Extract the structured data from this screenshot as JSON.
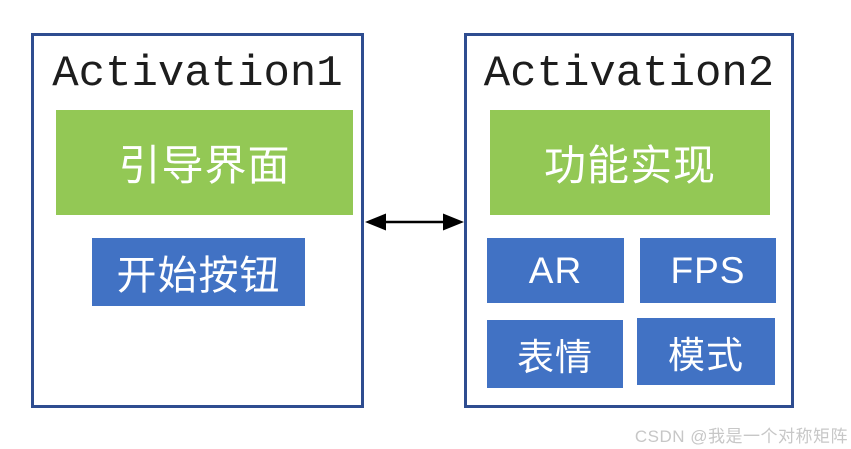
{
  "panels": [
    {
      "title": "Activation1",
      "green_label": "引导界面",
      "buttons": [
        "开始按钮"
      ]
    },
    {
      "title": "Activation2",
      "green_label": "功能实现",
      "buttons": [
        "AR",
        "FPS",
        "表情",
        "模式"
      ]
    }
  ],
  "connector": {
    "type": "double-headed-arrow",
    "color": "#000000"
  },
  "watermark": "CSDN @我是一个对称矩阵",
  "colors": {
    "panel_border": "#2e4d90",
    "green_fill": "#93c855",
    "blue_fill": "#4172c4",
    "box_text": "#ffffff",
    "title_text": "#1d1d1d",
    "watermark_text": "#c7c7c7"
  }
}
